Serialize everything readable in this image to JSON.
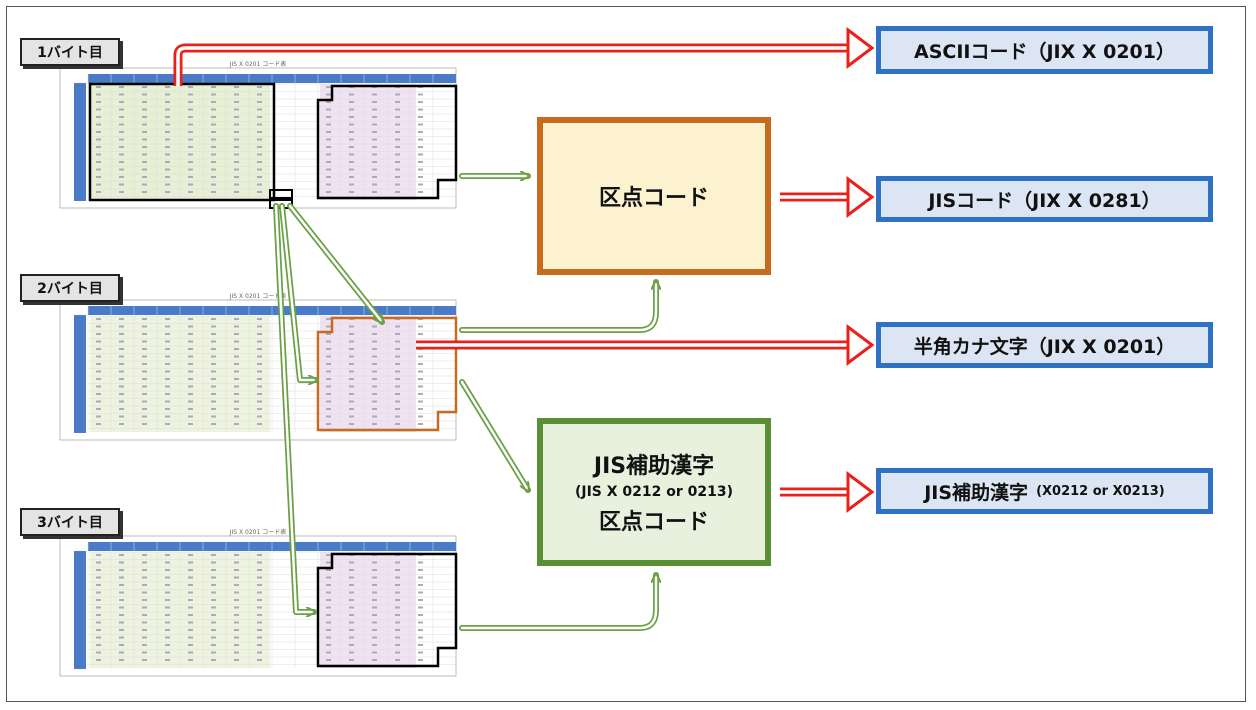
{
  "byte_labels": [
    "1バイト目",
    "2バイト目",
    "3バイト目"
  ],
  "table_caption": "JIS X 0201 コード表",
  "process_boxes": {
    "kuten": "区点コード",
    "hojo_line1": "JIS補助漢字",
    "hojo_line2": "(JIS X 0212 or 0213)",
    "hojo_line3": "区点コード"
  },
  "outputs": {
    "ascii": "ASCIIコード（JIX X 0201）",
    "jis": "JISコード（JIX X 0281）",
    "kana": "半角カナ文字（JIX X 0201）",
    "hojo_main": "JIS補助漢字",
    "hojo_sub": "(X0212 or X0213)"
  },
  "colors": {
    "red_arrow": "#e8211c",
    "green_arrow": "#6aa046",
    "output_border": "#2f72c4",
    "output_fill": "#dbe5f3",
    "kuten_border": "#c86b1e",
    "kuten_fill": "#fdf2cf",
    "hojo_border": "#5a8f36",
    "hojo_fill": "#e8f1de",
    "table_header": "#4a7bc8",
    "ascii_area": "#e7f0d4",
    "kana_area": "#f1e2f2"
  }
}
